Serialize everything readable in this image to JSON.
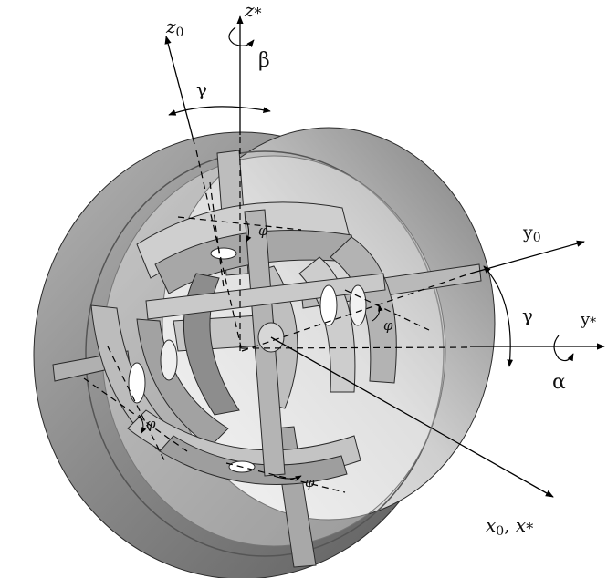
{
  "labels": {
    "z0": {
      "main": "z",
      "sub": "0"
    },
    "zstar": {
      "main": "z",
      "sub": "*"
    },
    "beta": "β",
    "gamma_top": "γ",
    "y0": {
      "main": "y",
      "sub": "0"
    },
    "gamma_right": "γ",
    "ystar": {
      "main": "y",
      "sub": "*"
    },
    "alpha": "α",
    "x0xstar": {
      "main1": "x",
      "sub1": "0",
      "sep": ", ",
      "main2": "x",
      "sub2": "*"
    },
    "phi": [
      "φ",
      "φ",
      "φ",
      "φ"
    ]
  },
  "colors": {
    "ring_outer": "#8f8f8f",
    "ring_inner": "#c8c8c8",
    "part_light": "#d4d4d4",
    "part_mid": "#a9a9a9",
    "part_dark": "#7a7a7a",
    "line": "#000000"
  }
}
